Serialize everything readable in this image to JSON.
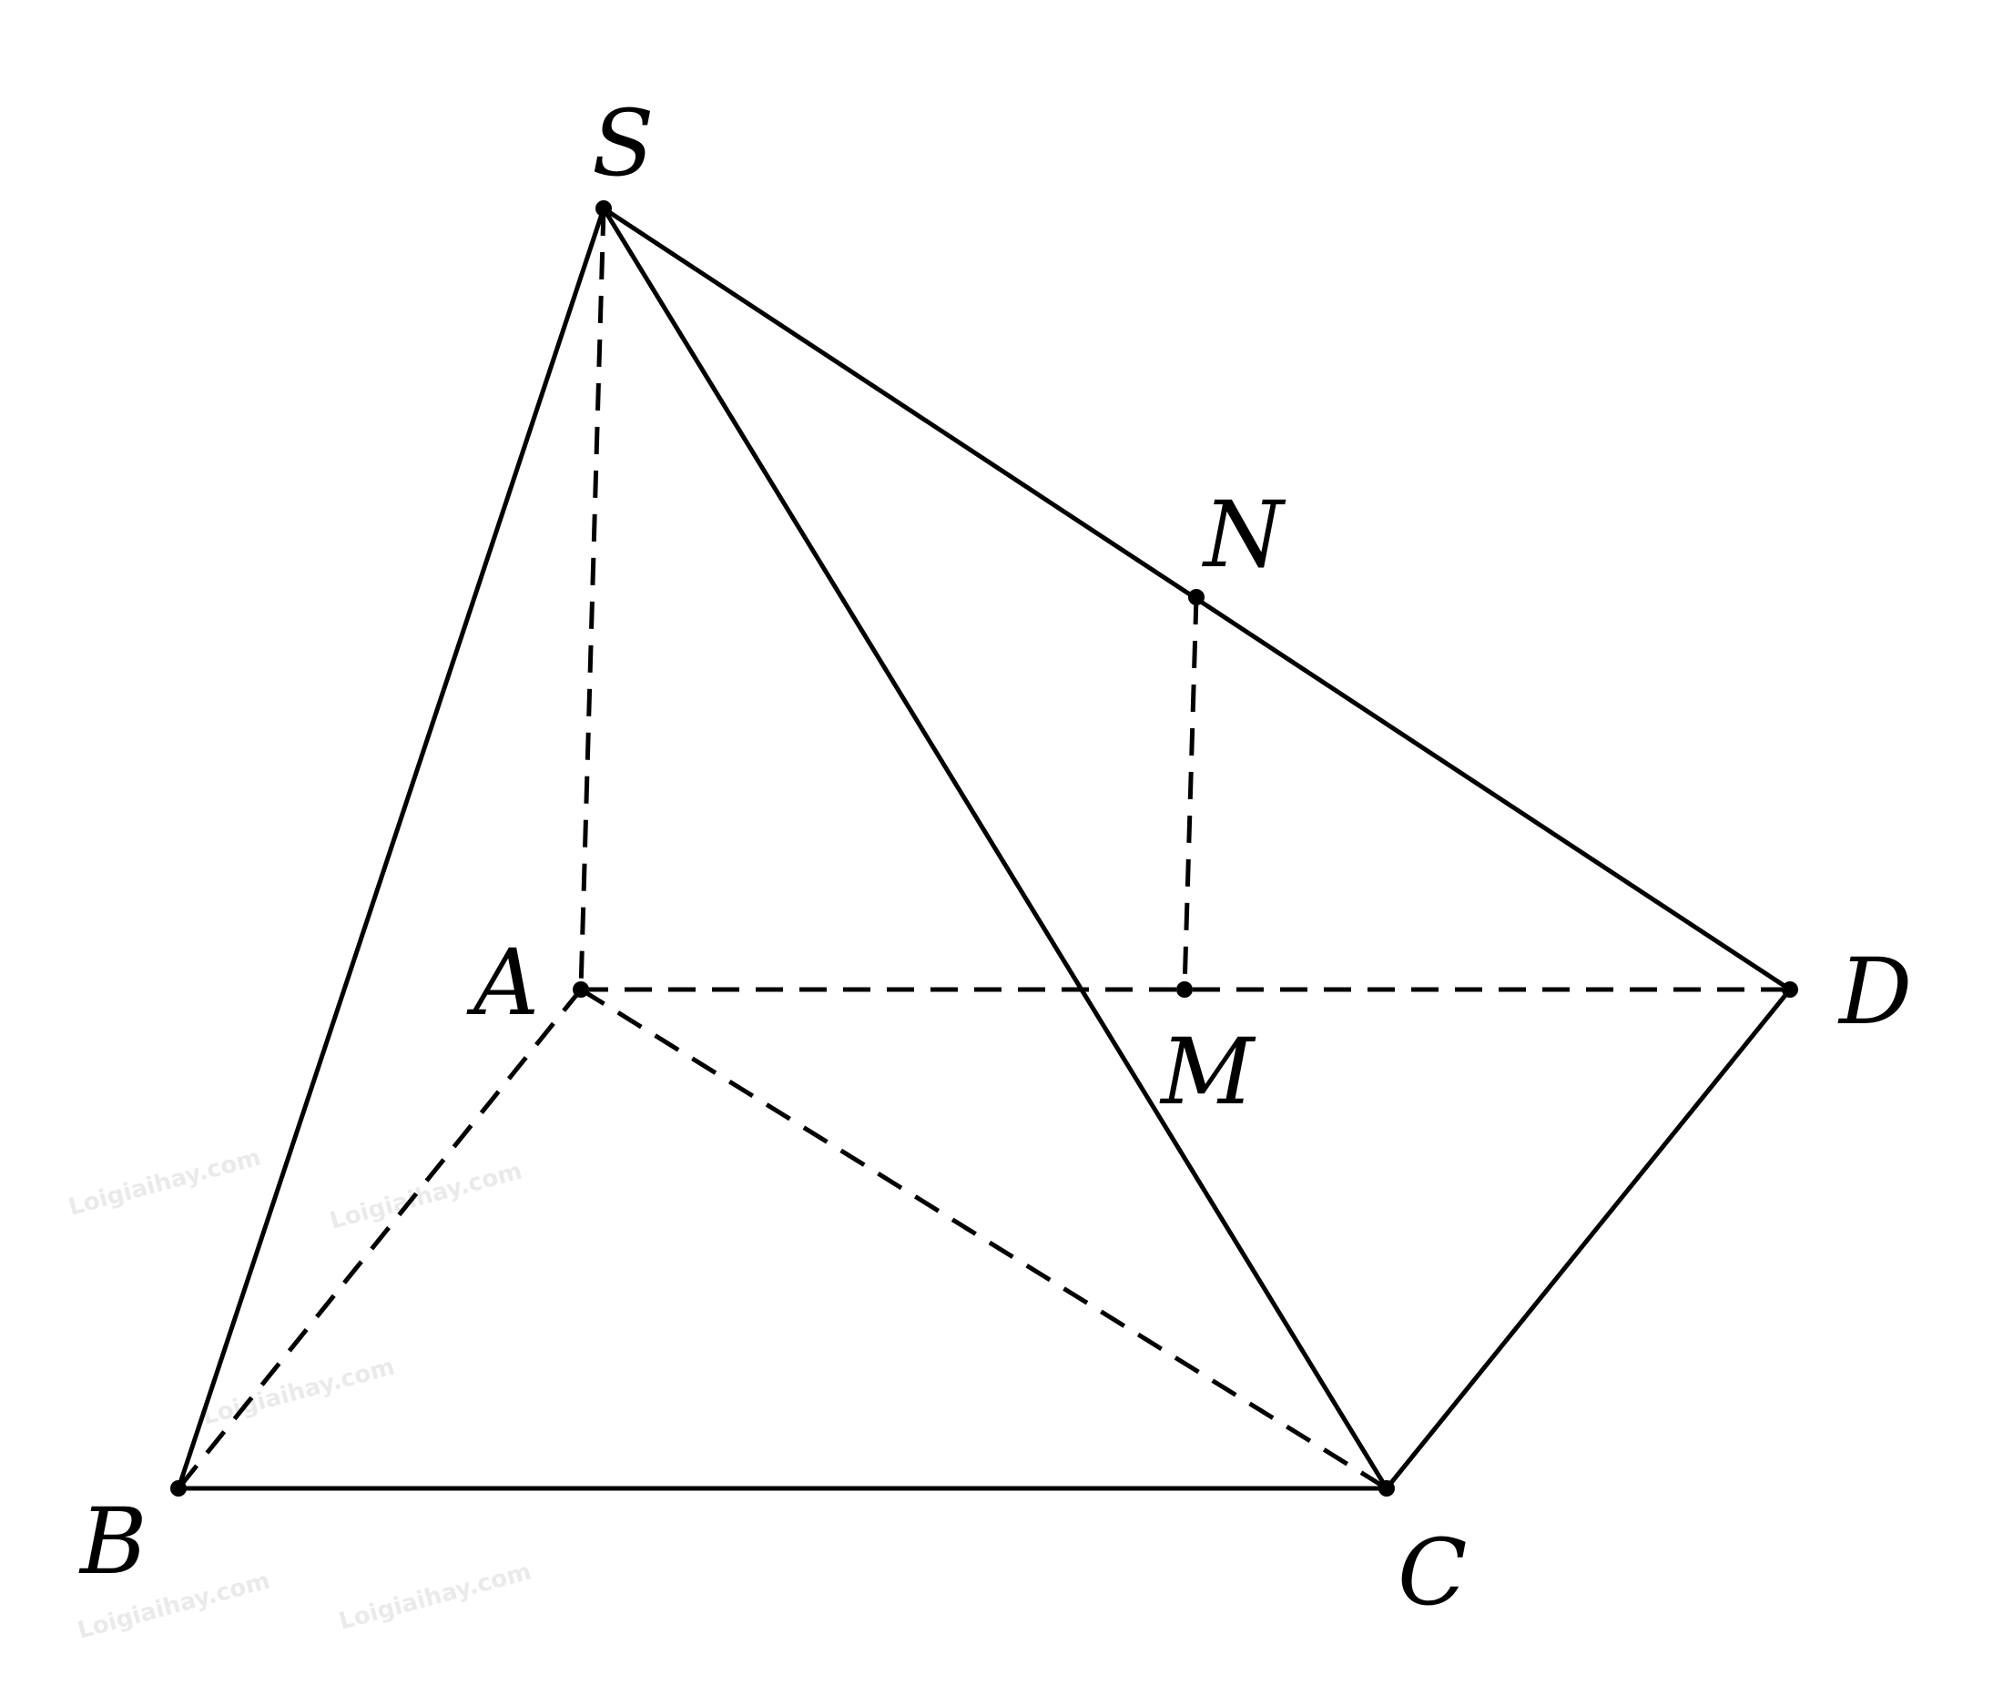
{
  "diagram": {
    "points": {
      "S": "S",
      "N": "N",
      "A": "A",
      "M": "M",
      "D": "D",
      "B": "B",
      "C": "C"
    },
    "solid_edges": [
      [
        "S",
        "B"
      ],
      [
        "S",
        "C"
      ],
      [
        "S",
        "D"
      ],
      [
        "B",
        "C"
      ],
      [
        "C",
        "D"
      ]
    ],
    "dashed_edges": [
      [
        "S",
        "A"
      ],
      [
        "A",
        "B"
      ],
      [
        "A",
        "C"
      ],
      [
        "A",
        "D"
      ],
      [
        "N",
        "M"
      ]
    ],
    "watermark": "Loigiaihay.com",
    "line_color": "#000000"
  }
}
